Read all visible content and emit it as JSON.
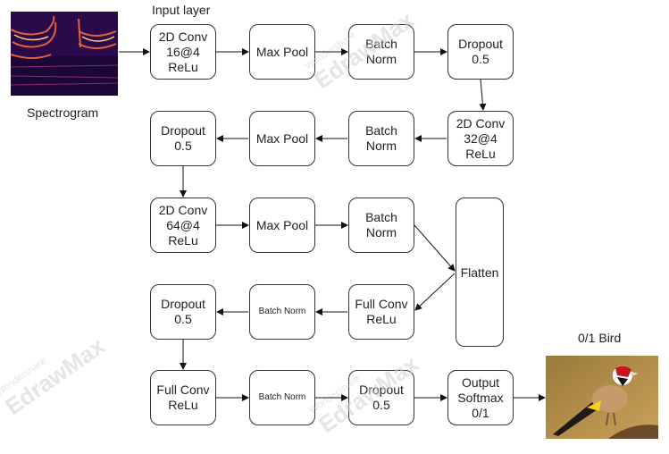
{
  "input_label": "Input layer",
  "spectrogram_label": "Spectrogram",
  "output_label": "0/1 Bird",
  "watermark": {
    "brand": "Wondershare",
    "product": "EdrawMax"
  },
  "row1": [
    {
      "text": "2D Conv\n16@4\nReLu"
    },
    {
      "text": "Max Pool"
    },
    {
      "text": "Batch\nNorm"
    },
    {
      "text": "Dropout\n0.5"
    }
  ],
  "row2": [
    {
      "text": "Dropout\n0.5"
    },
    {
      "text": "Max Pool"
    },
    {
      "text": "Batch\nNorm"
    },
    {
      "text": "2D Conv\n32@4\nReLu"
    }
  ],
  "row3": [
    {
      "text": "2D Conv\n64@4\nReLu"
    },
    {
      "text": "Max Pool"
    },
    {
      "text": "Batch\nNorm"
    }
  ],
  "flatten": "Flatten",
  "row4": [
    {
      "text": "Dropout\n0.5"
    },
    {
      "text": "Batch Norm"
    },
    {
      "text": "Full Conv\nReLu"
    }
  ],
  "row5": [
    {
      "text": "Full Conv\nReLu"
    },
    {
      "text": "Batch Norm"
    },
    {
      "text": "Dropout\n0.5"
    },
    {
      "text": "Output\nSoftmax\n0/1"
    }
  ]
}
